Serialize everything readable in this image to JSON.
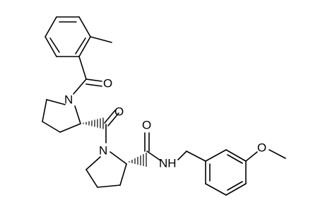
{
  "labels": {
    "o1": "O",
    "n1": "N",
    "o2": "O",
    "n2": "N",
    "o3": "O",
    "nh": "NH",
    "o4": "O"
  }
}
